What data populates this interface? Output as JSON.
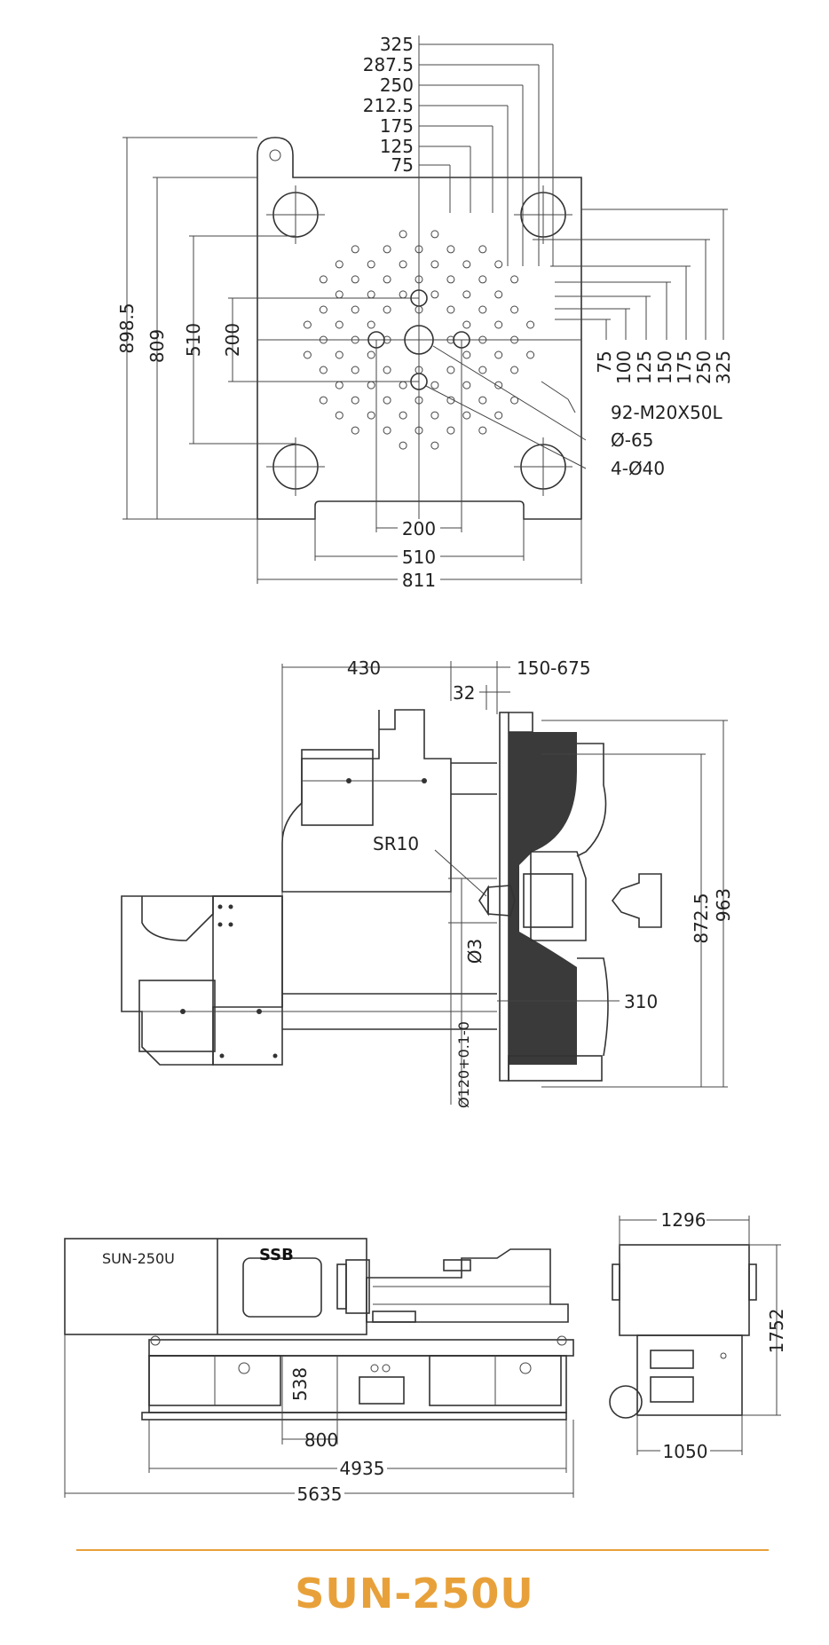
{
  "platen": {
    "vert_dims": [
      "325",
      "287.5",
      "250",
      "212.5",
      "175",
      "125",
      "75"
    ],
    "left_dims": [
      "898.5",
      "809",
      "510",
      "200"
    ],
    "right_dims": [
      "75",
      "100",
      "125",
      "150",
      "175",
      "250",
      "325"
    ],
    "callouts": [
      "92-M20X50L",
      "Ø-65",
      "4-Ø40"
    ],
    "bottom_dims": [
      "200",
      "510",
      "811"
    ]
  },
  "side_view": {
    "dims": [
      "430",
      "150-675",
      "32",
      "SR10",
      "Ø3",
      "Ø120+0.1-0",
      "872.5",
      "963",
      "310"
    ]
  },
  "machine": {
    "model_label": "SUN-250U",
    "brand": "SSB",
    "dims": [
      "538",
      "800",
      "4935",
      "5635"
    ],
    "end_dims": [
      "1296",
      "1752",
      "1050"
    ]
  },
  "footer": {
    "title": "SUN-250U",
    "accent_color": "#E8A13A"
  }
}
